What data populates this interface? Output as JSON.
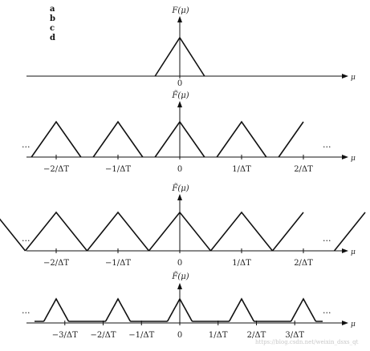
{
  "figure": {
    "panel_labels": [
      "a",
      "b",
      "c",
      "d"
    ],
    "axis_symbol": "μ",
    "ellipsis": "...",
    "watermark": "https://blog.csdn.net/weixin_dsxs_qt"
  },
  "panels": [
    {
      "id": "a",
      "title": "F(μ)",
      "kind": "single",
      "half_width": 0.4,
      "height": 1,
      "ticks": [
        "0"
      ]
    },
    {
      "id": "b",
      "title": "F̃(μ)",
      "kind": "periodic",
      "half_width": 0.4,
      "height": 1,
      "copies": [
        -2,
        -1,
        0,
        1,
        2
      ],
      "ticks": [
        "−2/ΔT",
        "−1/ΔT",
        "0",
        "1/ΔT",
        "2/ΔT"
      ],
      "ellipsis_left": true,
      "ellipsis_right": true
    },
    {
      "id": "c",
      "title": "F̃(μ)",
      "kind": "periodic",
      "half_width": 0.5,
      "height": 1,
      "copies": [
        -3,
        -2,
        -1,
        0,
        1,
        2,
        3
      ],
      "ticks": [
        "−2/ΔT",
        "−1/ΔT",
        "0",
        "1/ΔT",
        "2/ΔT"
      ],
      "ellipsis_left": true,
      "ellipsis_right": true
    },
    {
      "id": "d",
      "title": "F̃(μ)",
      "kind": "aliased",
      "half_width": 0.8,
      "height": 1,
      "copies": [
        -3,
        -2,
        -1,
        0,
        1,
        2,
        3
      ],
      "ticks": [
        "−3/ΔT",
        "−2/ΔT",
        "−1/ΔT",
        "0",
        "1/ΔT",
        "2/ΔT",
        "3/ΔT"
      ],
      "ellipsis_left": true,
      "ellipsis_right": true
    }
  ]
}
